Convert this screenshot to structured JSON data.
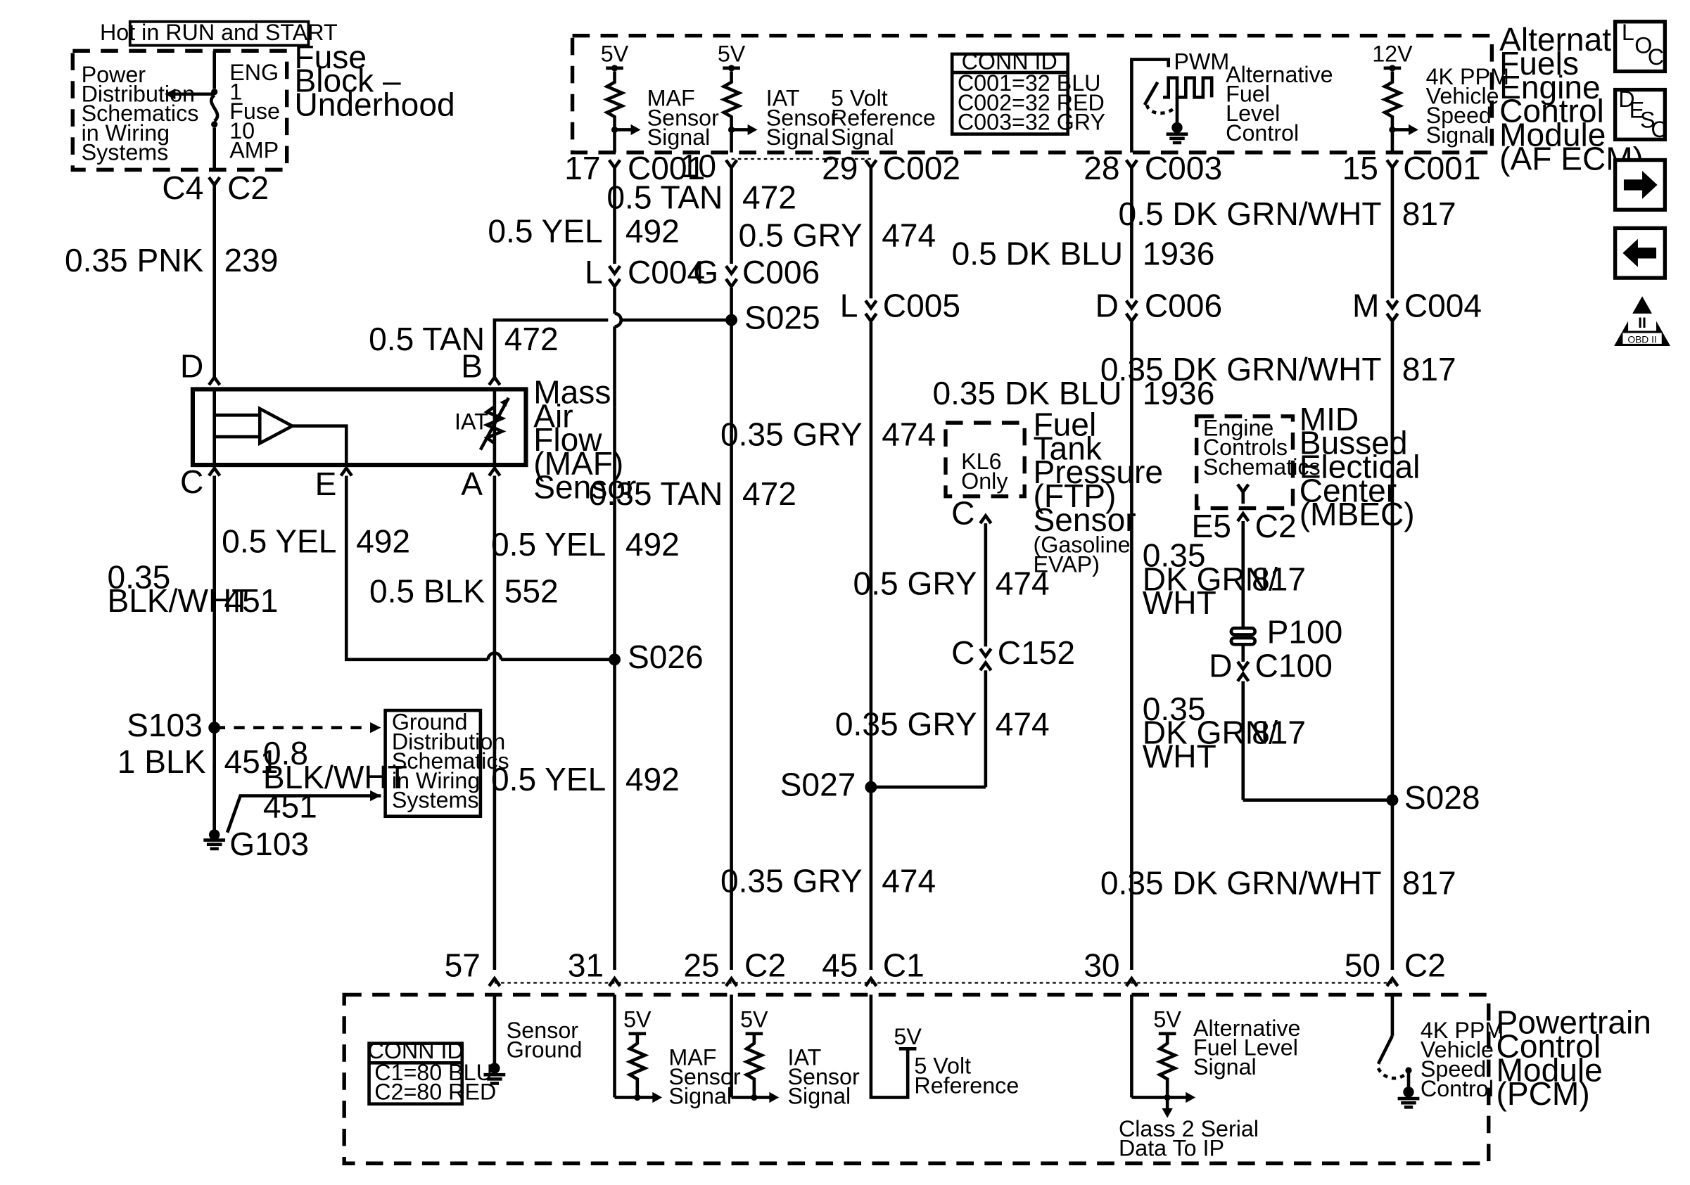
{
  "fuse_block": {
    "hot_label": "Hot in RUN and START",
    "power_dist": [
      "Power",
      "Distribution",
      "Schematics",
      "in Wiring",
      "Systems"
    ],
    "fuse": [
      "ENG",
      "1",
      "Fuse",
      "10",
      "AMP"
    ],
    "title": [
      "Fuse",
      "Block –",
      "Underhood"
    ],
    "conn_left": "C4",
    "conn_right": "C2"
  },
  "af_ecm": {
    "title": [
      "Alternative",
      "Fuels",
      "Engine",
      "Control",
      "Module",
      "(AF ECM)"
    ],
    "maf": {
      "volt": "5V",
      "label": [
        "MAF",
        "Sensor",
        "Signal"
      ]
    },
    "iat": {
      "volt": "5V",
      "label": [
        "IAT",
        "Sensor",
        "Signal"
      ]
    },
    "ref": {
      "label": [
        "5 Volt",
        "Reference",
        "Signal"
      ]
    },
    "conn_id": {
      "title": "CONN ID",
      "rows": [
        "C001=32 BLU",
        "C002=32 RED",
        "C003=32 GRY"
      ]
    },
    "pwm": "PWM",
    "fuel_level": [
      "Alternative",
      "Fuel",
      "Level",
      "Control"
    ],
    "vss": {
      "volt": "12V",
      "label": [
        "4K PPM",
        "Vehicle",
        "Speed",
        "Signal"
      ]
    },
    "pins": [
      {
        "pin": "17",
        "conn": "C001"
      },
      {
        "pin": "10",
        "conn": ""
      },
      {
        "pin": "29",
        "conn": "C002"
      },
      {
        "pin": "28",
        "conn": "C003"
      },
      {
        "pin": "15",
        "conn": "C001"
      }
    ]
  },
  "wires": {
    "pnk": {
      "name": "0.35 PNK",
      "circuit": "239"
    },
    "tan_top": {
      "name": "0.5 TAN",
      "circuit": "472"
    },
    "yel_top": {
      "name": "0.5 YEL",
      "circuit": "492"
    },
    "gry_top": {
      "name": "0.5 GRY",
      "circuit": "474"
    },
    "dkblu_top": {
      "name": "0.5 DK BLU",
      "circuit": "1936"
    },
    "dkgrn_top": {
      "name": "0.5 DK GRN/WHT",
      "circuit": "817"
    },
    "tan_b": {
      "name": "0.5 TAN",
      "circuit": "472"
    },
    "dkblu_mid": {
      "name": "0.35 DK BLU",
      "circuit": "1936"
    },
    "dkgrn_mid": {
      "name": "0.35 DK GRN/WHT",
      "circuit": "817"
    },
    "gry_mid": {
      "name": "0.35 GRY",
      "circuit": "474"
    },
    "tan_mid": {
      "name": "0.35 TAN",
      "circuit": "472"
    },
    "yel_e": {
      "name": "0.5 YEL",
      "circuit": "492"
    },
    "yel_mid": {
      "name": "0.5 YEL",
      "circuit": "492"
    },
    "blk": {
      "name": "0.5 BLK",
      "circuit": "552"
    },
    "blkwht": {
      "name": [
        "0.35",
        "BLK/WHT"
      ],
      "circuit": "451"
    },
    "gry_ftp": {
      "name": "0.5 GRY",
      "circuit": "474"
    },
    "gry_low": {
      "name": "0.35 GRY",
      "circuit": "474"
    },
    "gry_bot": {
      "name": "0.35 GRY",
      "circuit": "474"
    },
    "dkgrn_e5": {
      "name": [
        "0.35",
        "DK GRN/",
        "WHT"
      ],
      "circuit": "817"
    },
    "dkgrn_c100": {
      "name": [
        "0.35",
        "DK GRN/",
        "WHT"
      ],
      "circuit": "817"
    },
    "dkgrn_bot": {
      "name": "0.35 DK GRN/WHT",
      "circuit": "817"
    },
    "yel_low": {
      "name": "0.5 YEL",
      "circuit": "492"
    },
    "blk1": {
      "name": "1 BLK",
      "circuit": "451"
    },
    "blkwht08": {
      "name": [
        "0.8",
        "BLK/WHT"
      ],
      "circuit": "451"
    }
  },
  "connectors": {
    "c004_l": {
      "pin": "L",
      "conn": "C004"
    },
    "c006_g": {
      "pin": "G",
      "conn": "C006"
    },
    "c005_l": {
      "pin": "L",
      "conn": "C005"
    },
    "c006_d": {
      "pin": "D",
      "conn": "C006"
    },
    "c004_m": {
      "pin": "M",
      "conn": "C004"
    },
    "c152": {
      "pin": "C",
      "conn": "C152"
    },
    "c100": {
      "pin": "D",
      "conn": "C100"
    },
    "mbec_conn": {
      "pin": "E5",
      "conn": "C2"
    },
    "p100": "P100"
  },
  "splices": {
    "s025": "S025",
    "s026": "S026",
    "s027": "S027",
    "s028": "S028",
    "s103": "S103",
    "g103": "G103"
  },
  "maf_sensor": {
    "pins": {
      "d": "D",
      "b": "B",
      "c": "C",
      "e": "E",
      "a": "A"
    },
    "iat": "IAT",
    "title": [
      "Mass",
      "Air",
      "Flow",
      "(MAF)",
      "Sensor"
    ]
  },
  "ftp": {
    "kl6": [
      "KL6",
      "Only"
    ],
    "pin": "C",
    "title": [
      "Fuel",
      "Tank",
      "Pressure",
      "(FTP)",
      "Sensor"
    ],
    "note": [
      "(Gasoline",
      "EVAP)"
    ]
  },
  "mbec": {
    "inner": [
      "Engine",
      "Controls",
      "Schematics"
    ],
    "title": [
      "MID",
      "Bussed",
      "Electical",
      "Center",
      "(MBEC)"
    ]
  },
  "ground_dist": [
    "Ground",
    "Distribution",
    "Schematics",
    "in Wiring",
    "Systems"
  ],
  "pcm": {
    "title": [
      "Powertrain",
      "Control",
      "Module",
      "(PCM)"
    ],
    "pins": [
      {
        "pin": "57",
        "conn": ""
      },
      {
        "pin": "31",
        "conn": ""
      },
      {
        "pin": "25",
        "conn": "C2"
      },
      {
        "pin": "45",
        "conn": "C1"
      },
      {
        "pin": "30",
        "conn": ""
      },
      {
        "pin": "50",
        "conn": "C2"
      }
    ],
    "sensor_ground": [
      "Sensor",
      "Ground"
    ],
    "conn_id": {
      "title": "CONN ID",
      "rows": [
        "C1=80 BLU",
        "C2=80 RED"
      ]
    },
    "maf": {
      "volt": "5V",
      "label": [
        "MAF",
        "Sensor",
        "Signal"
      ]
    },
    "iat": {
      "volt": "5V",
      "label": [
        "IAT",
        "Sensor",
        "Signal"
      ]
    },
    "ref": {
      "volt": "5V",
      "label": [
        "5 Volt",
        "Reference"
      ]
    },
    "fuel_level": {
      "volt": "5V",
      "label": [
        "Alternative",
        "Fuel Level",
        "Signal"
      ]
    },
    "class2": [
      "Class 2 Serial",
      "Data To IP"
    ],
    "vss": [
      "4K PPM",
      "Vehicle",
      "Speed",
      "Control"
    ]
  },
  "side_icons": {
    "loc": {
      "l": "L",
      "o": "O",
      "c": "C"
    },
    "desc": {
      "d": "D",
      "e": "E",
      "s": "S",
      "c": "C"
    },
    "obd": {
      "numeral": "II",
      "text": "OBD II"
    }
  }
}
